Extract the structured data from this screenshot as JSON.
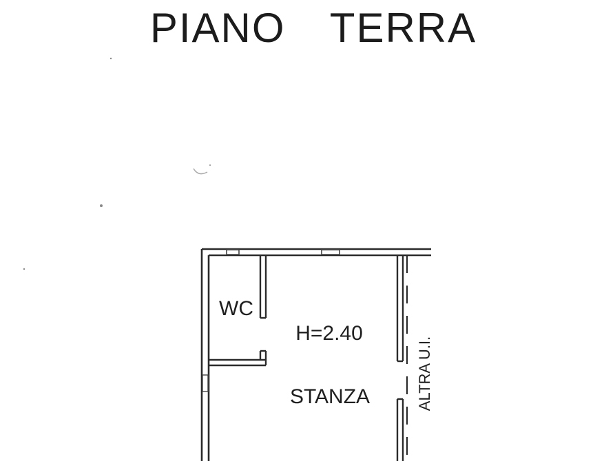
{
  "title": "PIANO  TERRA",
  "rooms": {
    "wc": "WC",
    "height": "H=2.40",
    "stanza": "STANZA",
    "adjacent_unit": "ALTRA U.I."
  },
  "colors": {
    "wall": "#2a2a2a",
    "window": "#444444",
    "background": "#ffffff"
  }
}
